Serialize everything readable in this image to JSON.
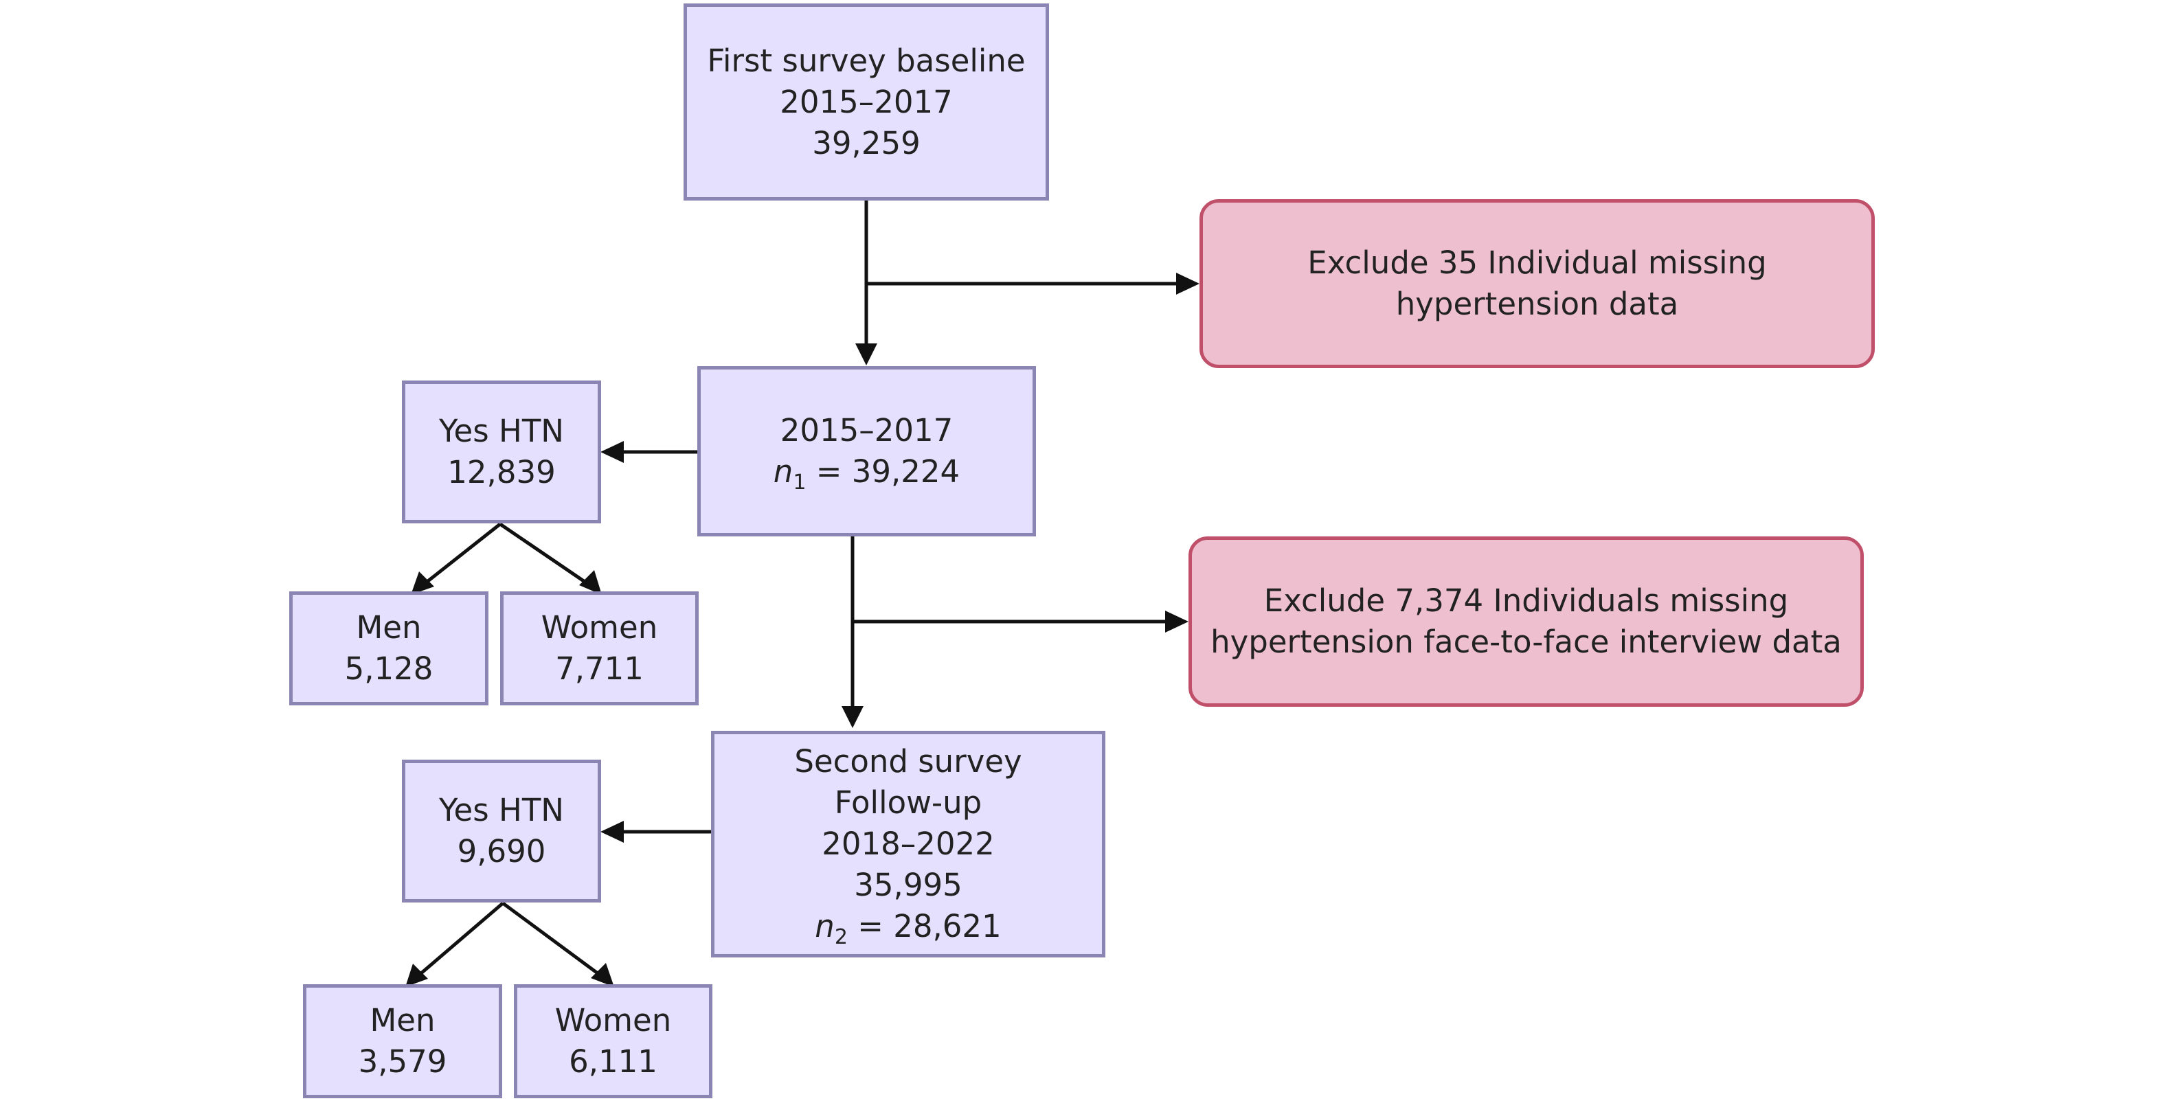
{
  "colors": {
    "box_fill": "#e6e0ff",
    "box_border": "#8b85b3",
    "exclusion_fill": "#eec0cf",
    "exclusion_border": "#c0506a",
    "arrow": "#111111"
  },
  "baseline": {
    "line1": "First survey baseline",
    "line2": "2015–2017",
    "line3": "39,259"
  },
  "exclusion1": {
    "text": "Exclude 35 Individual missing hypertension data"
  },
  "first_cohort": {
    "line1": "2015–2017",
    "n_symbol": "n",
    "n_sub": "1",
    "n_value": " = 39,224"
  },
  "first_htn": {
    "line1": "Yes HTN",
    "line2": "12,839"
  },
  "first_men": {
    "line1": "Men",
    "line2": "5,128"
  },
  "first_women": {
    "line1": "Women",
    "line2": "7,711"
  },
  "exclusion2": {
    "line1": "Exclude 7,374 Individuals missing",
    "line2": "hypertension face-to-face interview data"
  },
  "second_cohort": {
    "line1": "Second survey",
    "line2": "Follow-up",
    "line3": "2018–2022",
    "line4": "35,995",
    "n_symbol": "n",
    "n_sub": "2",
    "n_value": " = 28,621"
  },
  "second_htn": {
    "line1": "Yes HTN",
    "line2": "9,690"
  },
  "second_men": {
    "line1": "Men",
    "line2": "3,579"
  },
  "second_women": {
    "line1": "Women",
    "line2": "6,111"
  }
}
